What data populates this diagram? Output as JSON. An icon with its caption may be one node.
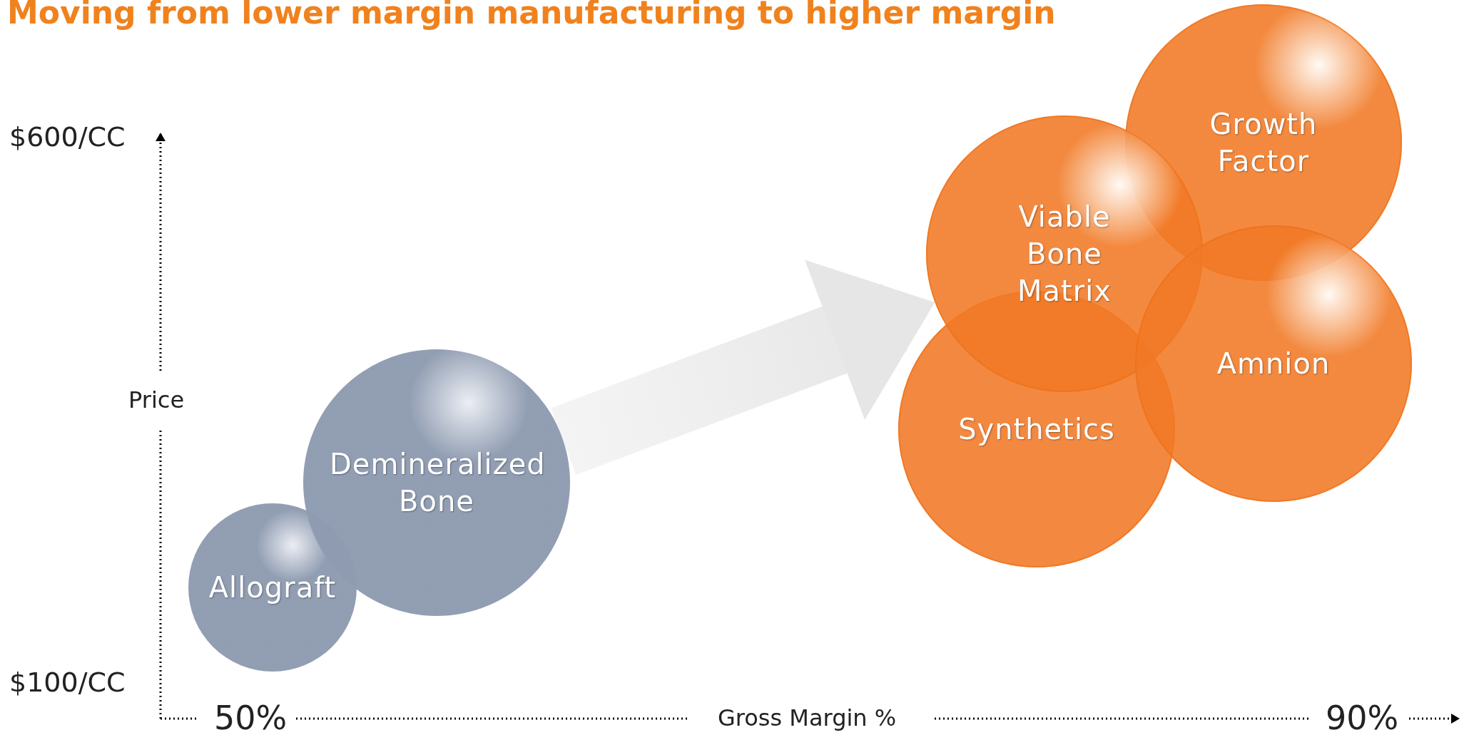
{
  "diagram": {
    "title": "Moving from lower margin manufacturing to higher margin",
    "nodes": [
      {
        "text": [
          "Allograft"
        ]
      },
      {
        "text": [
          "Demineralized Bone"
        ]
      },
      {
        "text": [
          "Viable Bone Matrix"
        ]
      },
      {
        "text": [
          "Synthetics"
        ]
      },
      {
        "text": [
          "Growth Factor"
        ]
      },
      {
        "text": [
          "Amnion"
        ]
      }
    ],
    "edges": [
      {
        "from": 1,
        "to": 2,
        "arrow": "to"
      }
    ],
    "labels": [
      "$600/CC",
      "Price",
      "$100/CC",
      "50%",
      "Gross Margin %",
      "90%"
    ]
  }
}
